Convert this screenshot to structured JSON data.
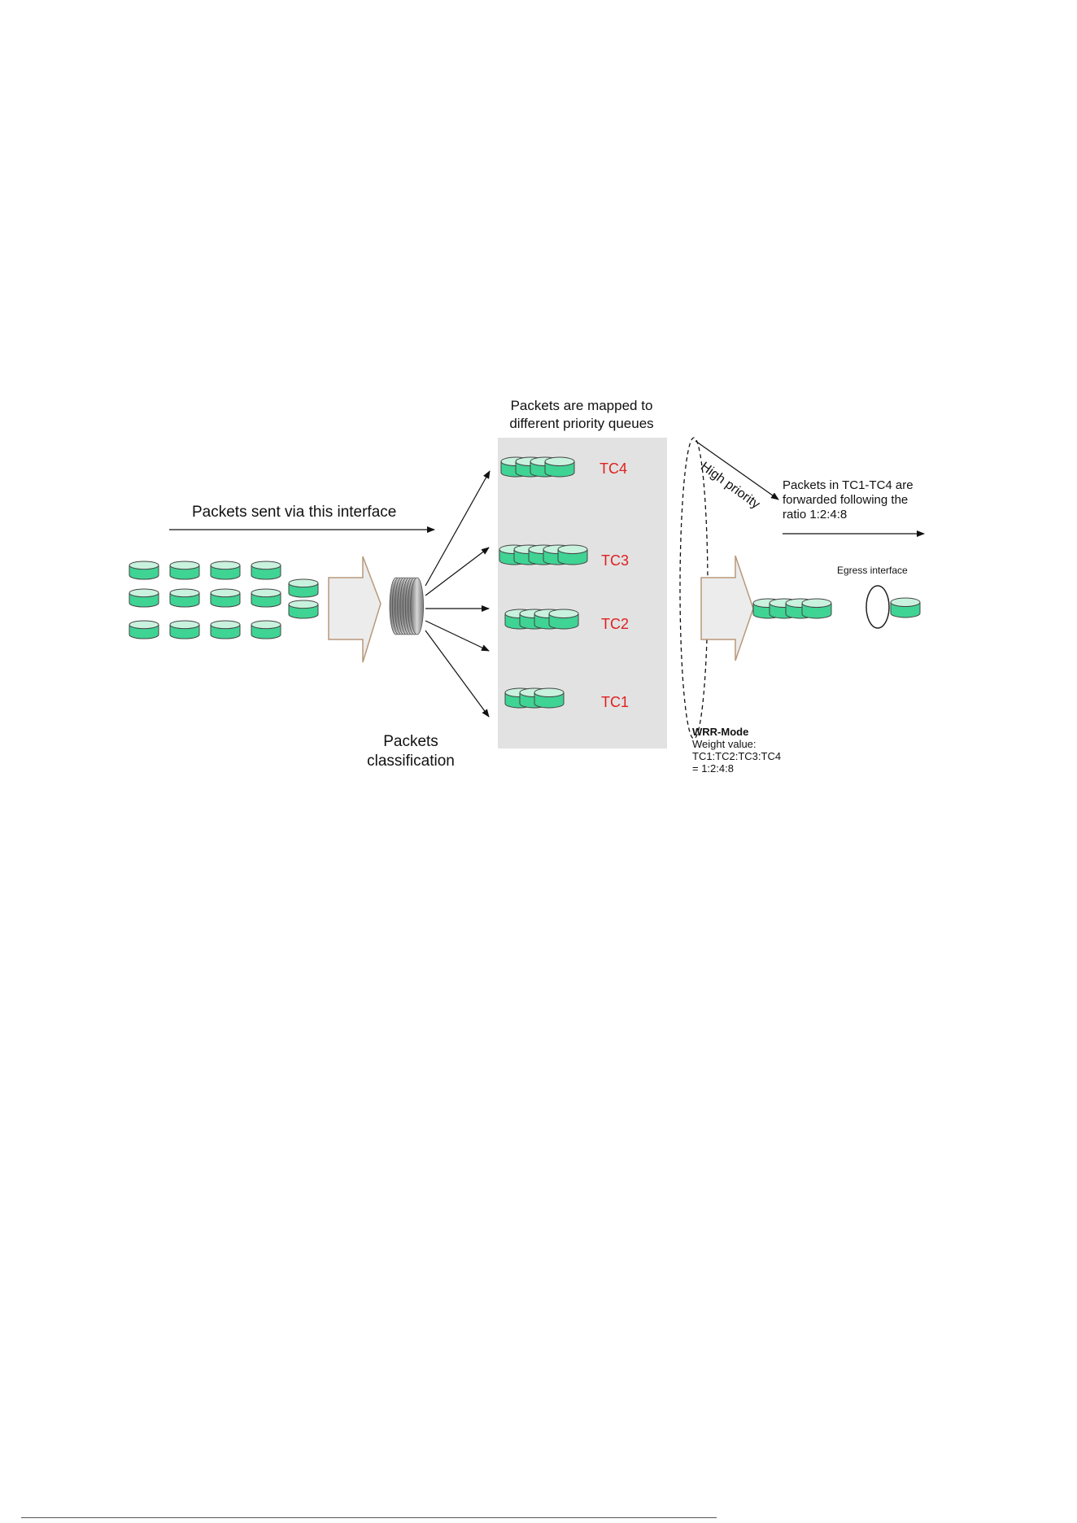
{
  "title": {
    "line1": "Packets are mapped to",
    "line2": "different priority queues"
  },
  "ingress": {
    "label": "Packets sent via this interface",
    "packet_count": 14
  },
  "classifier": {
    "line1": "Packets",
    "line2": "classification"
  },
  "queues": [
    {
      "name": "TC4",
      "packets": 4
    },
    {
      "name": "TC3",
      "packets": 5
    },
    {
      "name": "TC2",
      "packets": 4
    },
    {
      "name": "TC1",
      "packets": 3
    }
  ],
  "high_priority": {
    "label": "High priority"
  },
  "forward_note": {
    "line1": "Packets in TC1-TC4 are",
    "line2": "forwarded following the",
    "line3": "ratio 1:2:4:8"
  },
  "wrr": {
    "title": "WRR-Mode",
    "line1": "Weight value:",
    "line2": "TC1:TC2:TC3:TC4",
    "line3": "= 1:2:4:8"
  },
  "egress": {
    "label": "Egress interface",
    "queued_packets": 4
  },
  "colors": {
    "packet_fill": "#3fd394",
    "packet_top": "#c9f2de",
    "packet_stroke": "#444444",
    "tc_label": "#e02020",
    "queue_panel": "#e2e2e2",
    "big_arrow_fill": "#ececec",
    "big_arrow_stroke": "#b8987a"
  },
  "icons": {
    "packet": "packet-cylinder-icon",
    "classifier": "classifier-disk-stack-icon",
    "scheduler": "wrr-dashed-ellipse-icon",
    "egress": "egress-ring-icon"
  }
}
